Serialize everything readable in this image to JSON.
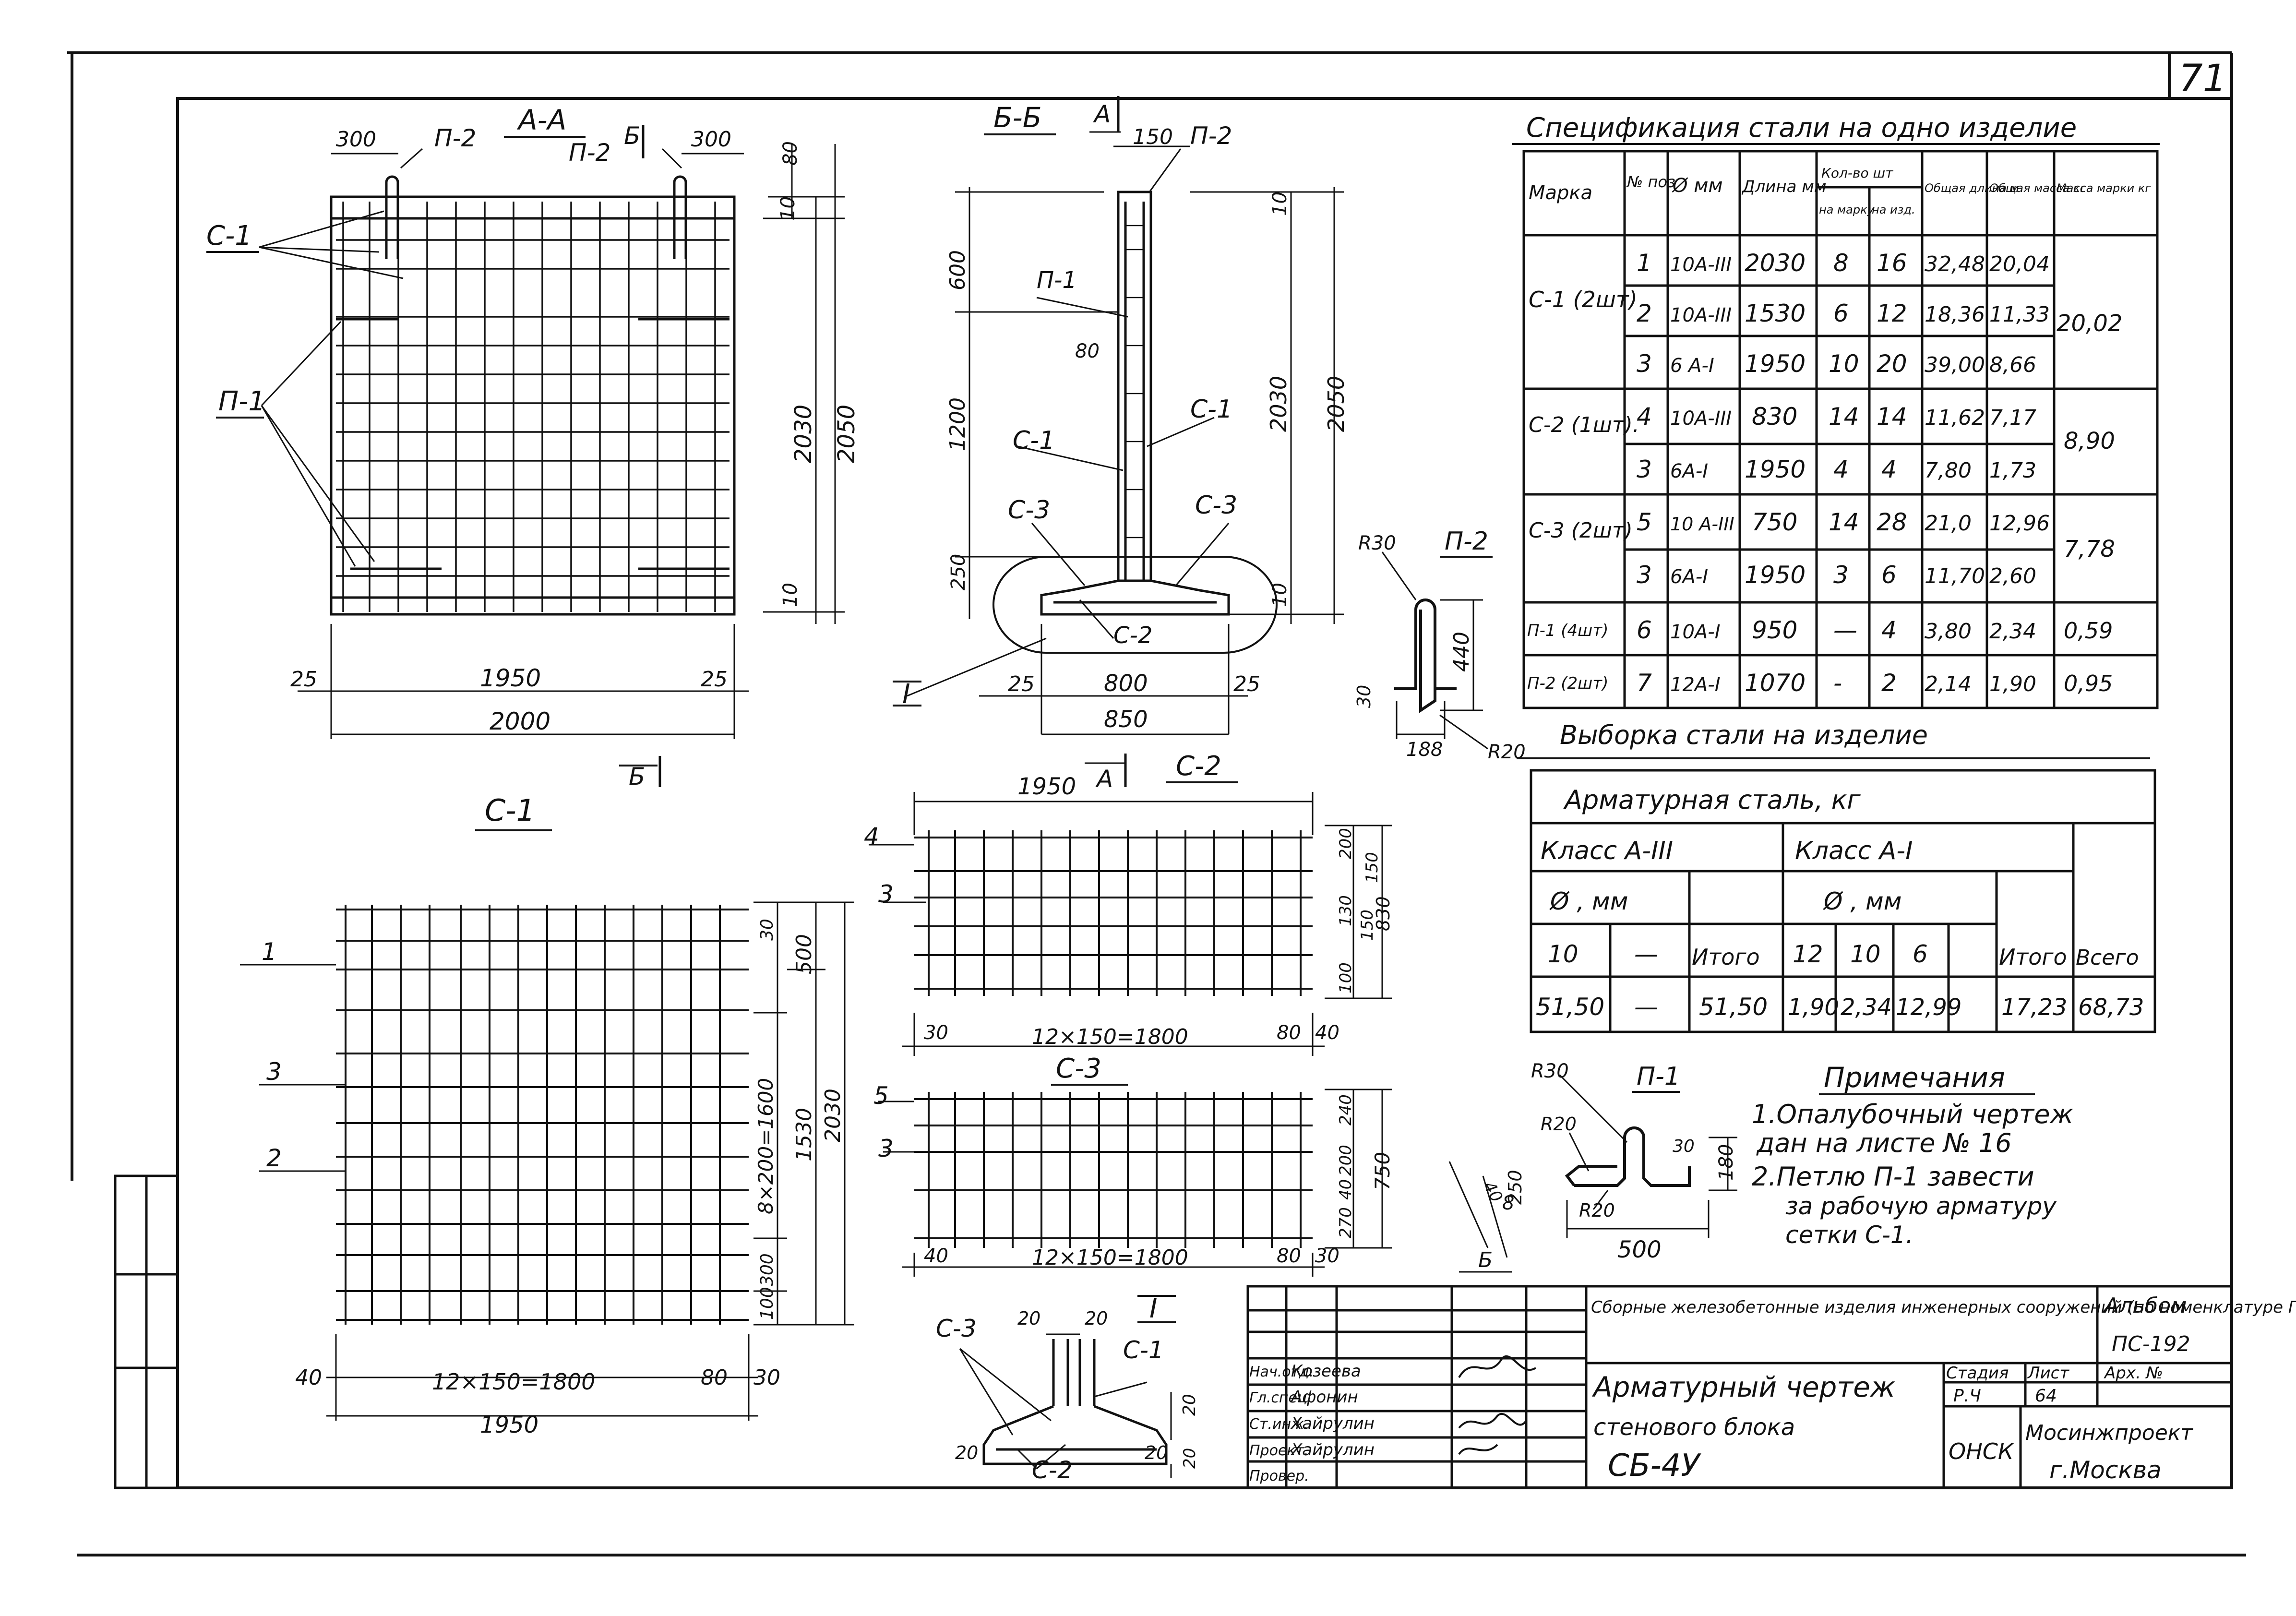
{
  "sheet": {
    "number": "71"
  },
  "section_aa": {
    "title": "А-А",
    "labels": {
      "c1": "С-1",
      "p1": "П-1",
      "p2_left": "П-2",
      "p2_right": "П-2",
      "cut_b": "Б",
      "cut_b_bottom": "Б"
    },
    "dims": {
      "top_left": "300",
      "top_right": "300",
      "r80": "80",
      "r10_top": "10",
      "r2030": "2030",
      "r2050": "2050",
      "r10_bot": "10",
      "b25_left": "25",
      "b1950": "1950",
      "b25_right": "25",
      "b2000": "2000"
    }
  },
  "section_bb": {
    "title": "Б-Б",
    "labels": {
      "cut_a": "А",
      "cut_a_bottom": "А",
      "p2": "П-2",
      "p1": "П-1",
      "c1_left": "С-1",
      "c1_right": "С-1",
      "c3_left": "С-3",
      "c3_right": "С-3",
      "c2": "С-2",
      "node": "I"
    },
    "dims": {
      "d150": "150",
      "d600": "600",
      "d80": "80",
      "d1200": "1200",
      "d250": "250",
      "d10_top": "10",
      "d2030": "2030",
      "d2050": "2050",
      "d10_bot": "10",
      "d25_left": "25",
      "d800": "800",
      "d25_right": "25",
      "d850": "850"
    }
  },
  "loop_p2": {
    "title": "П-2",
    "dims": {
      "r30": "R30",
      "h440": "440",
      "w30": "30",
      "w188": "188",
      "r20": "R20"
    }
  },
  "spec": {
    "title": "Спецификация стали на одно изделие",
    "headers": {
      "mark": "Марка",
      "pos": "№ поз",
      "dia": "Ø мм",
      "len": "Длина мм",
      "qty": "Кол-во шт",
      "qty_mark": "на марку",
      "qty_item": "на изд.",
      "total_len": "Общая длина м",
      "total_mass": "Общая масса кг",
      "mark_mass": "Масса марки кг"
    },
    "rows": [
      {
        "mark": "С-1 (2шт)",
        "pos": "1",
        "dia": "10А-III",
        "len": "2030",
        "qm": "8",
        "qi": "16",
        "tl": "32,48",
        "tm": "20,04",
        "mm": "20,02"
      },
      {
        "mark": "",
        "pos": "2",
        "dia": "10А-III",
        "len": "1530",
        "qm": "6",
        "qi": "12",
        "tl": "18,36",
        "tm": "11,33",
        "mm": ""
      },
      {
        "mark": "",
        "pos": "3",
        "dia": "6 А-I",
        "len": "1950",
        "qm": "10",
        "qi": "20",
        "tl": "39,00",
        "tm": "8,66",
        "mm": ""
      },
      {
        "mark": "С-2 (1шт).",
        "pos": "4",
        "dia": "10А-III",
        "len": "830",
        "qm": "14",
        "qi": "14",
        "tl": "11,62",
        "tm": "7,17",
        "mm": "8,90"
      },
      {
        "mark": "",
        "pos": "3",
        "dia": "6А-I",
        "len": "1950",
        "qm": "4",
        "qi": "4",
        "tl": "7,80",
        "tm": "1,73",
        "mm": ""
      },
      {
        "mark": "С-3 (2шт)",
        "pos": "5",
        "dia": "10 А-III",
        "len": "750",
        "qm": "14",
        "qi": "28",
        "tl": "21,0",
        "tm": "12,96",
        "mm": "7,78"
      },
      {
        "mark": "",
        "pos": "3",
        "dia": "6А-I",
        "len": "1950",
        "qm": "3",
        "qi": "6",
        "tl": "11,70",
        "tm": "2,60",
        "mm": ""
      },
      {
        "mark": "П-1 (4шт)",
        "pos": "6",
        "dia": "10А-I",
        "len": "950",
        "qm": "—",
        "qi": "4",
        "tl": "3,80",
        "tm": "2,34",
        "mm": "0,59"
      },
      {
        "mark": "П-2 (2шт)",
        "pos": "7",
        "dia": "12А-I",
        "len": "1070",
        "qm": "-",
        "qi": "2",
        "tl": "2,14",
        "tm": "1,90",
        "mm": "0,95"
      }
    ]
  },
  "selection": {
    "title": "Выборка стали на изделие",
    "header_main": "Арматурная сталь, кг",
    "class3": "Класс А-III",
    "class1": "Класс А-I",
    "dia_label1": "Ø , мм",
    "dia_label2": "Ø , мм",
    "c10": "10",
    "dash_head": "—",
    "total_head1": "Итого",
    "c12": "12",
    "c10b": "10",
    "c6": "6",
    "total_head2": "Итого",
    "grand_head": "Всего",
    "v10": "51,50",
    "vdash": "—",
    "vt1": "51,50",
    "v12": "1,90",
    "v10b": "2,34",
    "v6": "12,99",
    "vt2": "17,23",
    "vg": "68,73"
  },
  "mesh_c1": {
    "title": "С-1",
    "pos": {
      "p1": "1",
      "p3": "3",
      "p2": "2"
    },
    "dims": {
      "d30": "30",
      "d500": "500",
      "d8x200": "8×200=1600",
      "d1530": "1530",
      "d2030": "2030",
      "d300": "300",
      "d100": "100",
      "b40": "40",
      "b12x150": "12×150=1800",
      "b80": "80",
      "b30": "30",
      "b1950": "1950"
    }
  },
  "mesh_c2": {
    "title": "С-2",
    "pos": {
      "p4": "4",
      "p3": "3"
    },
    "dims": {
      "t1950": "1950",
      "r200": "200",
      "r150": "150",
      "r130": "130",
      "r150b": "150",
      "r100": "100",
      "r830": "830",
      "b30": "30",
      "b12x150": "12×150=1800",
      "b80": "80",
      "b40": "40"
    }
  },
  "mesh_c3": {
    "title": "С-3",
    "pos": {
      "p5": "5",
      "p3": "3"
    },
    "dims": {
      "r240": "240",
      "r200": "200",
      "r40": "40",
      "r270": "270",
      "r750": "750",
      "b40": "40",
      "b12x150": "12×150=1800",
      "b80": "80",
      "b30": "30"
    }
  },
  "node_i": {
    "title": "I",
    "labels": {
      "c3": "С-3",
      "c1": "С-1",
      "c2": "С-2"
    },
    "dims": {
      "d20a": "20",
      "d20b": "20",
      "d20c": "20",
      "d20d": "20",
      "d20e": "20",
      "d20f": "20"
    }
  },
  "loop_p1": {
    "title": "П-1",
    "dims": {
      "r30": "R30",
      "r20a": "R20",
      "r20b": "R20",
      "d30": "30",
      "d180": "180",
      "d500": "500",
      "d250": "250",
      "d40": "40",
      "d8": "8",
      "cut": "Б"
    }
  },
  "notes": {
    "title": "Примечания",
    "line1": "1.Опалубочный чертеж",
    "line2": "дан на листе № 16",
    "line3": "2.Петлю  П-1 завести",
    "line4": "за рабочую арматуру",
    "line5": "сетки С-1."
  },
  "title_block": {
    "project": "Сборные железобетонные изделия инженерных сооружений (по номенклатуре Главмосинжстроя).",
    "album_label": "Альбом",
    "album_value": "ПС-192",
    "drawing_title1": "Арматурный чертеж",
    "drawing_title2": "стенового блока",
    "block_code": "СБ-4У",
    "stage_label": "Стадия",
    "sheet_label": "Лист",
    "arch_label": "Арх. №",
    "stage_value": "Р.Ч",
    "sheet_value": "64",
    "dept": "ОНСК",
    "org": "Мосинжпроект",
    "city": "г.Москва",
    "roles": [
      {
        "role": "Нач.отд.",
        "name": "Козеева"
      },
      {
        "role": "Гл.спец.",
        "name": "Афонин"
      },
      {
        "role": "Ст.инж.",
        "name": "Хайрулин"
      },
      {
        "role": "Проект.",
        "name": "Хайрулин"
      },
      {
        "role": "Провер.",
        "name": ""
      }
    ]
  }
}
